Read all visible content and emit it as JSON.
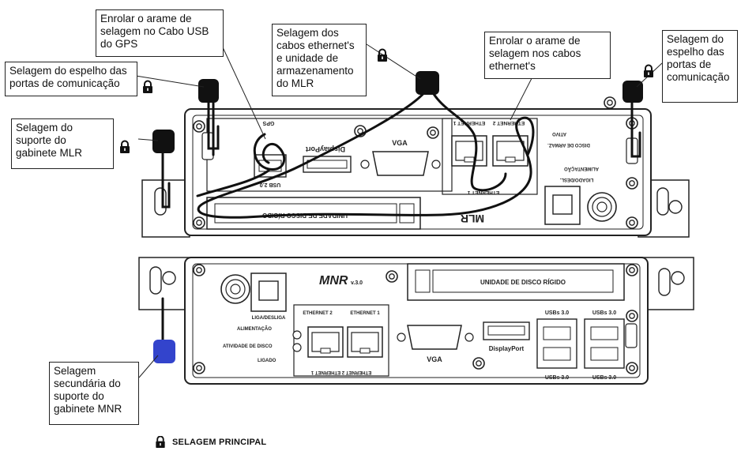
{
  "callouts": {
    "usb_gps": "Enrolar o arame de selagem no Cabo USB do GPS",
    "ethernet_storage": "Selagem dos cabos ethernet's e unidade de armazenamento do MLR",
    "ethernet_wire": "Enrolar o arame de selagem nos cabos ethernet's",
    "mirror_left": "Selagem do espelho das portas de comunicação",
    "mirror_right": "Selagem do espelho das portas de comunicação",
    "support_mlr": "Selagem do suporte do gabinete MLR",
    "support_mnr": "Selagem secundária do suporte do gabinete MNR"
  },
  "legend": {
    "label": "SELAGEM PRINCIPAL"
  },
  "mlr": {
    "label_gps": "GPS",
    "label_usb": "USB 2.0",
    "label_displayport": "DisplayPort",
    "label_vga": "VGA",
    "label_eth1": "ETHERNET 1",
    "label_eth2": "ETHERNET 2",
    "label_eth_bottom": "ETHERNET 1",
    "label_ativo": "ATIVO",
    "label_disk": "DISCO DE ARMAZ.",
    "label_power": "ALIMENTAÇÃO",
    "label_power2": "LIGADO/DESL.",
    "label_bay": "UNIDADE DE DISCO RÍGIDO",
    "label_model": "MLR"
  },
  "mnr": {
    "label_model": "MNR",
    "label_version": "v.3.0",
    "label_bay": "UNIDADE DE DISCO RÍGIDO",
    "label_power_btn": "LIGA/DESLIGA",
    "label_power": "ALIMENTAÇÃO",
    "label_disk_activity": "ATIVIDADE DE DISCO",
    "label_on": "LIGADO",
    "label_eth2": "ETHERNET 2",
    "label_eth1": "ETHERNET 1",
    "label_eth_bottom": "ETHERNET 2   ETHERNET 1",
    "label_vga": "VGA",
    "label_displayport": "DisplayPort",
    "label_usb_tl": "USBs 3.0",
    "label_usb_tr": "USBs 3.0",
    "label_usb_bl": "USBs 3.0",
    "label_usb_br": "USBs 3.0"
  }
}
